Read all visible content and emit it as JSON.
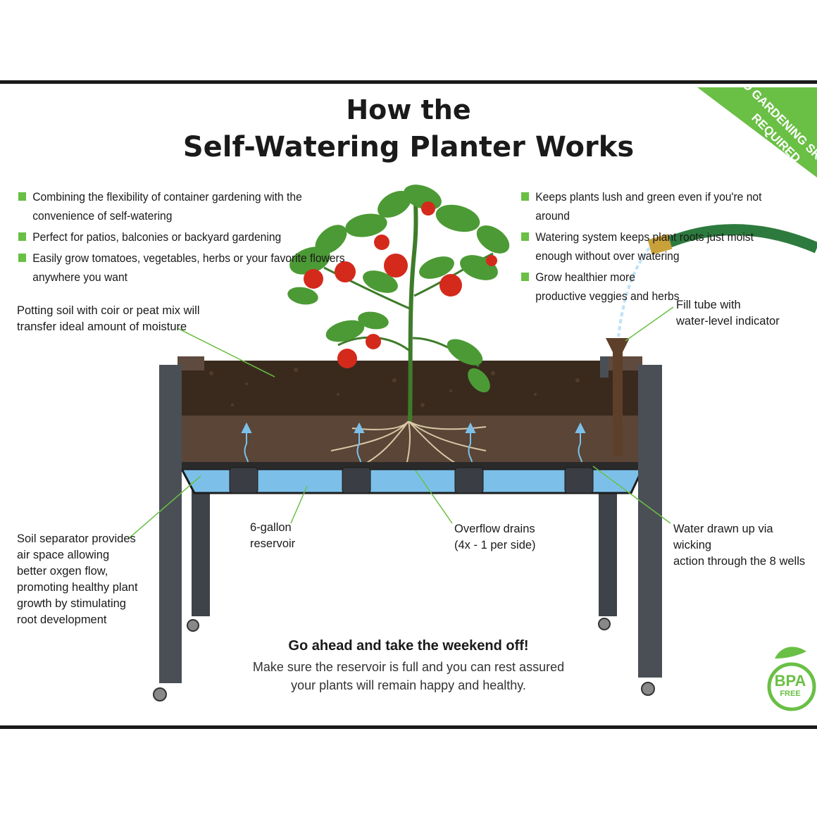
{
  "title": {
    "line1": "How the",
    "line2": "Self-Watering Planter Works"
  },
  "badge_corner": {
    "text": "NO GARDENING SKILLS REQUIRED"
  },
  "left_bullets": [
    "Combining the flexibility of container gardening with the convenience of self-watering",
    "Perfect for patios, balconies or backyard gardening",
    "Easily grow tomatoes, vegetables, herbs or your favorite flowers anywhere  you want"
  ],
  "right_bullets": [
    "Keeps plants lush and green even if you're not around",
    "Watering system keeps plant roots just moist enough without over watering",
    "Grow healthier more productive veggies and herbs"
  ],
  "callouts": {
    "soil": "Potting soil with coir or peat mix will\ntransfer ideal amount of moisture",
    "fill_tube": "Fill tube with\nwater-level indicator",
    "separator": "Soil separator provides\nair  space allowing\nbetter oxgen flow,\npromoting healthy plant\ngrowth by stimulating\nroot development",
    "reservoir": "6-gallon\nreservoir",
    "overflow": "Overflow drains\n(4x - 1 per side)",
    "wicking": "Water drawn up via wicking\naction through the 8 wells"
  },
  "footer": {
    "headline": "Go ahead and take the weekend off!",
    "body": "Make sure the reservoir is full and you can rest assured\nyour plants will remain happy and healthy."
  },
  "bpa_badge": {
    "main": "BPA",
    "sub": "FREE"
  },
  "colors": {
    "accent_green": "#6abf45",
    "frame_gray": "#4a4f55",
    "soil_dark": "#3a2a1e",
    "reservoir_blue": "#7cc0ea",
    "hose_green": "#2d7a3e",
    "tomato_red": "#d42a1c"
  }
}
